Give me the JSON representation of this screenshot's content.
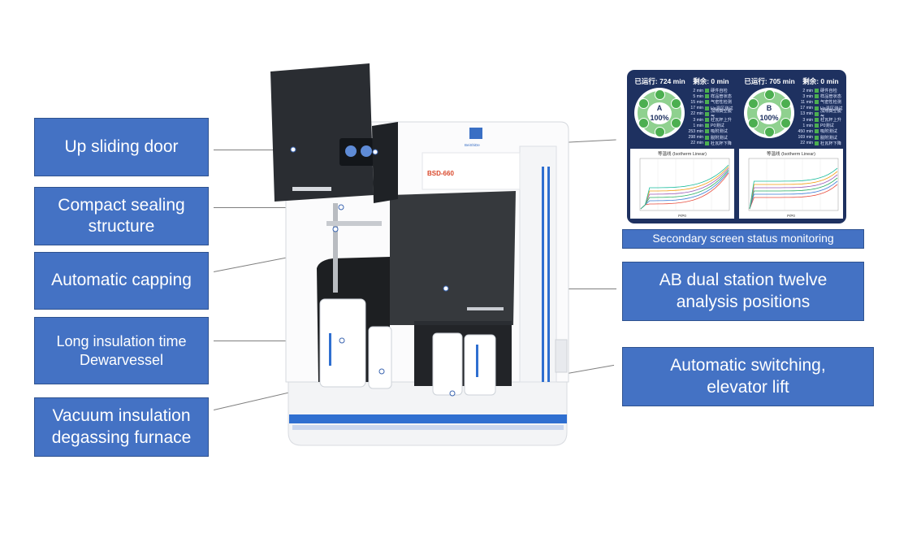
{
  "labels_left": [
    "Up sliding door",
    "Compact sealing\nstructure",
    "Automatic capping",
    "Long insulation time\nDewarvessel",
    "Vacuum insulation\ndegassing furnace"
  ],
  "labels_right": {
    "secondary_screen": "Secondary screen status monitoring",
    "dual_station": "AB dual station twelve\nanalysis positions",
    "auto_switch": "Automatic switching,\nelevator lift"
  },
  "instrument": {
    "model": "BSD-660",
    "brand": "BeiShiDe"
  },
  "screen": {
    "stations": [
      {
        "run_label": "已运行:",
        "run_value": "724 min",
        "remain_label": "剩余:",
        "remain_value": "0 min",
        "letter": "A",
        "percent": "100%",
        "steps": [
          {
            "time": "2 min",
            "name": "硬件自检"
          },
          {
            "time": "5 min",
            "name": "样品管状态"
          },
          {
            "time": "15 min",
            "name": "气密性检测"
          },
          {
            "time": "17 min",
            "name": "He温区测试"
          },
          {
            "time": "22 min",
            "name": "加热真空脱气"
          },
          {
            "time": "3 min",
            "name": "杜瓦杯上升"
          },
          {
            "time": "1 min",
            "name": "P0测试"
          },
          {
            "time": "253 min",
            "name": "吸附测试"
          },
          {
            "time": "298 min",
            "name": "脱附测试"
          },
          {
            "time": "22 min",
            "name": "杜瓦杯下降"
          }
        ],
        "plot_title": "等温线 (Isotherm Linear)",
        "plot_xlabel": "P/P0"
      },
      {
        "run_label": "已运行:",
        "run_value": "705 min",
        "remain_label": "剩余:",
        "remain_value": "0 min",
        "letter": "B",
        "percent": "100%",
        "steps": [
          {
            "time": "2 min",
            "name": "硬件自检"
          },
          {
            "time": "3 min",
            "name": "样品管状态"
          },
          {
            "time": "11 min",
            "name": "气密性检测"
          },
          {
            "time": "17 min",
            "name": "He温区测试"
          },
          {
            "time": "13 min",
            "name": "加热真空脱气"
          },
          {
            "time": "3 min",
            "name": "杜瓦杯上升"
          },
          {
            "time": "1 min",
            "name": "P0测试"
          },
          {
            "time": "450 min",
            "name": "吸附测试"
          },
          {
            "time": "169 min",
            "name": "脱附测试"
          },
          {
            "time": "22 min",
            "name": "杜瓦杯下降"
          }
        ],
        "plot_title": "等温线 (Isotherm Linear)",
        "plot_xlabel": "P/P0"
      }
    ]
  },
  "colors": {
    "label_fill": "#4472c4",
    "screen_bg": "#1e3160",
    "accent_blue": "#2f6fd0",
    "success_green": "#4caf50"
  }
}
